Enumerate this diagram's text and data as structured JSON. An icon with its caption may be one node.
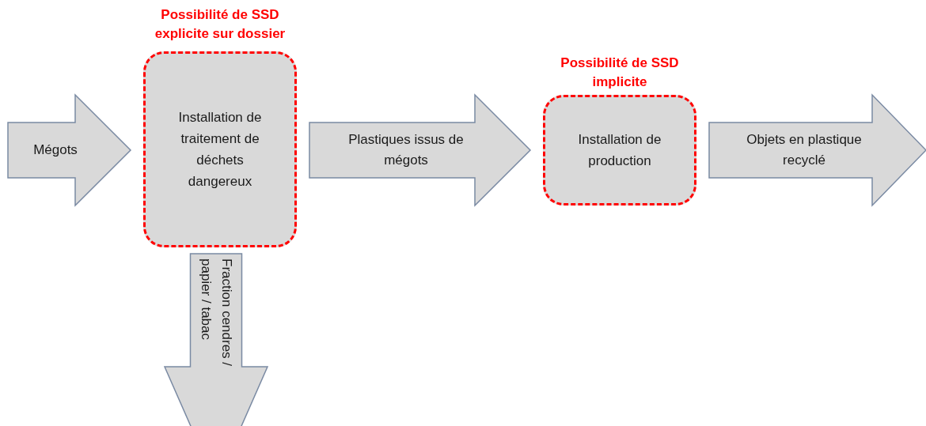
{
  "diagram": {
    "nodes": [
      {
        "text": [
          "Possibilité de SSD explicite sur dossier",
          "Installation de traitement de déchets dangereux"
        ]
      },
      {
        "text": [
          "Possibilité de SSD implicite",
          "Installation de production"
        ]
      }
    ],
    "edges": [
      {
        "from": null,
        "to": 0,
        "arrow": "to",
        "label": "Mégots"
      },
      {
        "from": 0,
        "to": 1,
        "arrow": "to",
        "label": "Plastiques issus de mégots"
      },
      {
        "from": 1,
        "to": null,
        "arrow": "to",
        "label": "Objets en plastique recyclé"
      },
      {
        "from": 0,
        "to": null,
        "arrow": "to",
        "label": "Fraction cendres / papier / tabac"
      }
    ]
  }
}
